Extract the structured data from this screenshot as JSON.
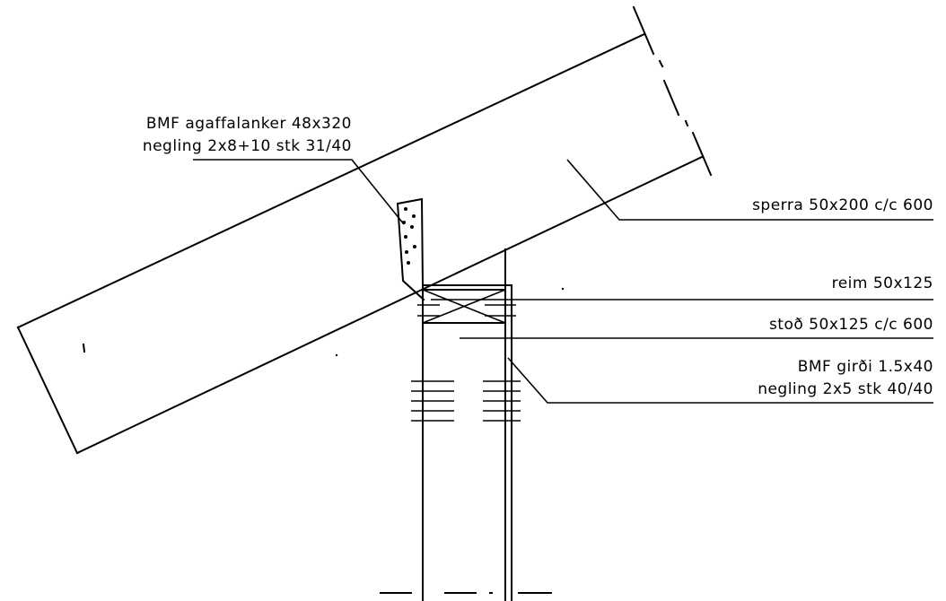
{
  "labels": {
    "connector_line1": "BMF agaffalanker 48x320",
    "connector_line2": "negling 2x8+10 stk 31/40",
    "rafter": "sperra 50x200 c/c 600",
    "plate": "reim 50x125",
    "stud": "stoð 50x125 c/c 600",
    "strap_line1": "BMF girði 1.5x40",
    "strap_line2": "negling 2x5 stk 40/40"
  }
}
